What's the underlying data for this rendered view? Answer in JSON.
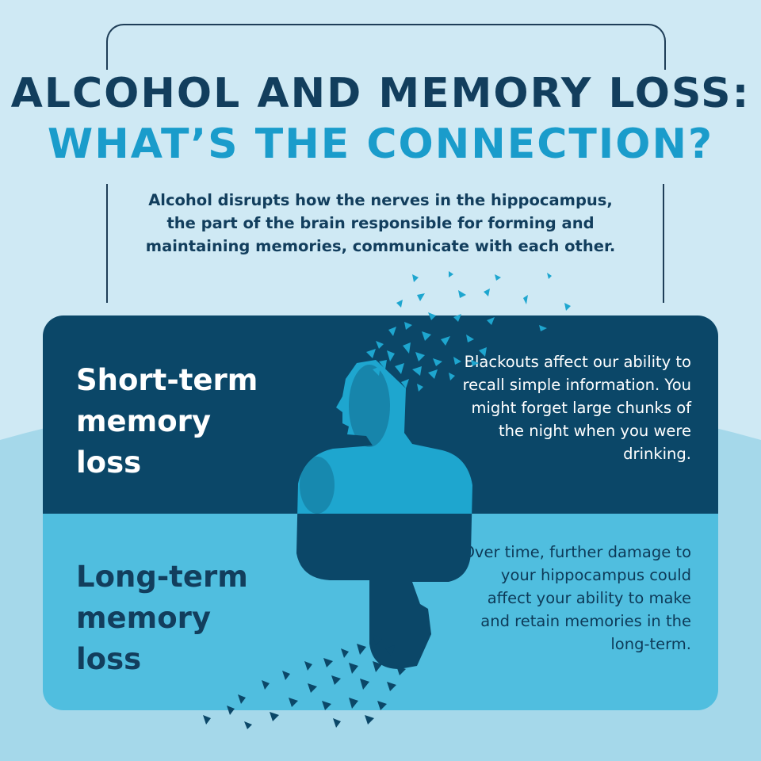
{
  "title": {
    "line1": "ALCOHOL AND MEMORY LOSS:",
    "line2": "WHAT’S THE CONNECTION?"
  },
  "intro": "Alcohol disrupts how the nerves in the hippocampus, the part of the brain responsible for forming and maintaining memories, communicate with each other.",
  "short_term": {
    "heading": "Short-term memory loss",
    "description": "Blackouts affect our ability to recall simple information. You might forget large chunks of the night when you were drinking."
  },
  "long_term": {
    "heading": "Long-term memory loss",
    "description": "Over time, further damage to your hippocampus could affect your ability to make and retain memories in the long-term."
  },
  "colors": {
    "background": "#cfe9f4",
    "hill": "#a5d8ea",
    "navy": "#123e5d",
    "cyan": "#1a9ccb",
    "panel_dark": "#0b4768",
    "panel_light": "#50bedf"
  },
  "icons": [
    "head-silhouette-icon",
    "fragment-shards-icon"
  ]
}
